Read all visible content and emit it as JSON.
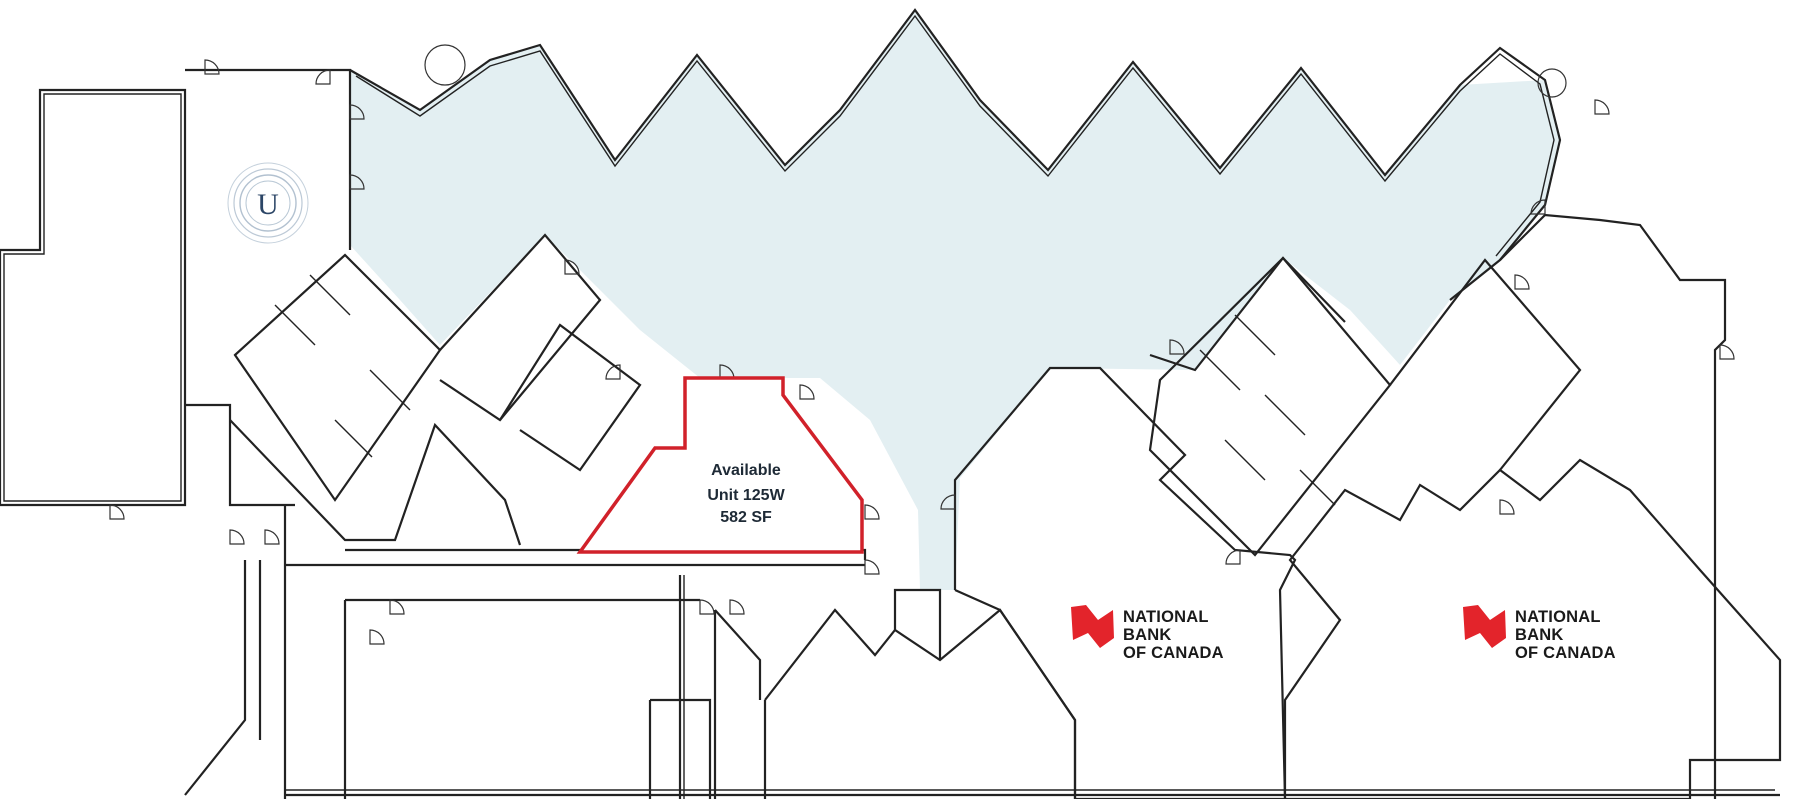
{
  "colors": {
    "common_area": "#e3eff2",
    "available_outline": "#d1212a",
    "wall": "#222222",
    "bank_red": "#e3242b",
    "logo_ring": "#9fb2c4",
    "logo_letter": "#2b4566"
  },
  "logo": {
    "letter": "U",
    "icon": "building-logo-icon"
  },
  "available_unit": {
    "status": "Available",
    "unit": "Unit 125W",
    "area": "582 SF"
  },
  "tenants": [
    {
      "icon": "national-bank-logo-icon",
      "line1": "NATIONAL",
      "line2": "BANK",
      "line3": "OF CANADA"
    },
    {
      "icon": "national-bank-logo-icon",
      "line1": "NATIONAL",
      "line2": "BANK",
      "line3": "OF CANADA"
    }
  ]
}
